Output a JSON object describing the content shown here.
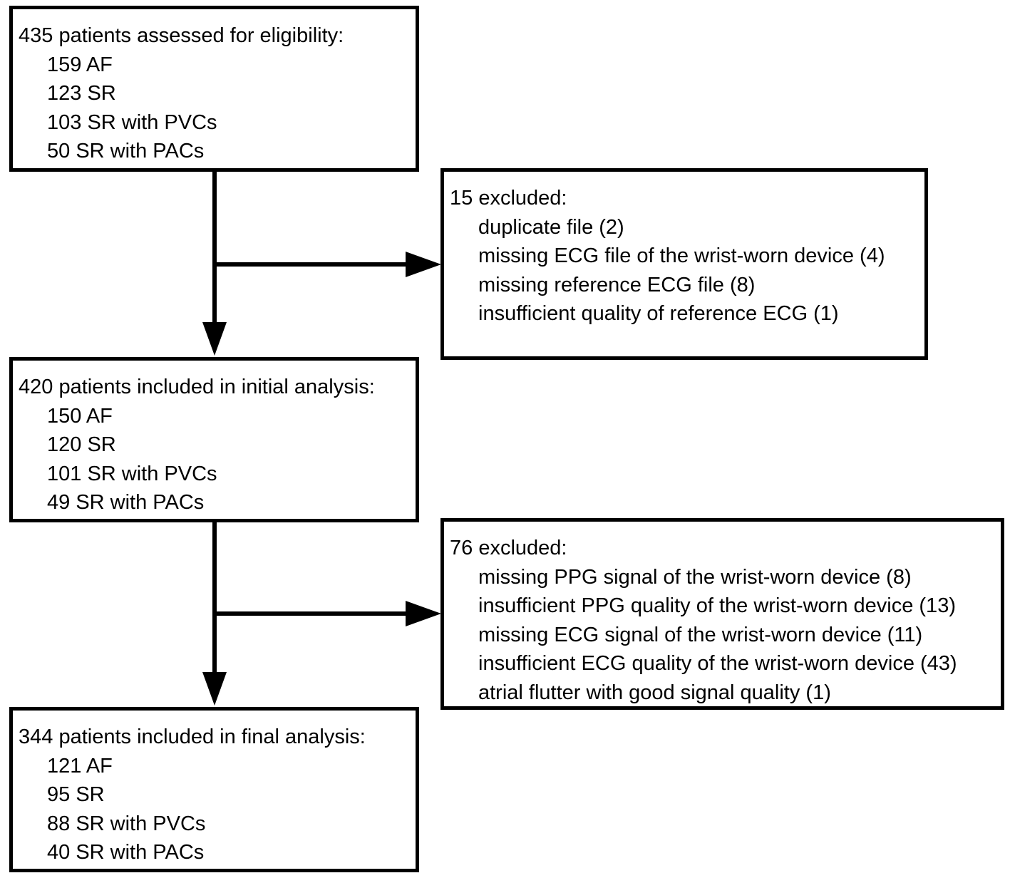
{
  "flowchart": {
    "assessed": {
      "heading": "435 patients assessed for eligibility:",
      "items": [
        "159 AF",
        "123 SR",
        "103 SR with PVCs",
        "50 SR with PACs"
      ]
    },
    "excluded_1": {
      "heading": "15 excluded:",
      "items": [
        "duplicate file (2)",
        "missing ECG file of the wrist-worn device (4)",
        "missing reference ECG file (8)",
        "insufficient quality of reference ECG (1)"
      ]
    },
    "initial": {
      "heading": "420 patients included in initial analysis:",
      "items": [
        "150 AF",
        "120 SR",
        "101 SR with PVCs",
        "49 SR with PACs"
      ]
    },
    "excluded_2": {
      "heading": "76 excluded:",
      "items": [
        "missing PPG signal of the wrist-worn device (8)",
        "insufficient PPG quality of the wrist-worn device (13)",
        "missing ECG signal of the wrist-worn device (11)",
        "insufficient ECG quality of the wrist-worn device (43)",
        "atrial flutter with good signal quality (1)"
      ]
    },
    "final": {
      "heading": "344 patients included in final analysis:",
      "items": [
        "121 AF",
        "95 SR",
        "88 SR with PVCs",
        "40 SR with PACs"
      ]
    }
  },
  "colors": {
    "line": "#000000",
    "background": "#ffffff"
  }
}
